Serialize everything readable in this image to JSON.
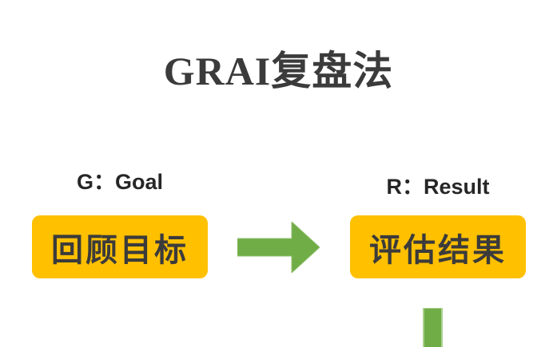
{
  "slide": {
    "title": "GRAI复盘法"
  },
  "steps": [
    {
      "key": "G",
      "label": "G：Goal",
      "box_text": "回顾目标"
    },
    {
      "key": "R",
      "label": "R：Result",
      "box_text": "评估结果"
    }
  ],
  "icons": {
    "right_arrow": "right-arrow-icon",
    "down_bar": "down-arrow-shaft-icon"
  },
  "colors": {
    "box_fill": "#FFC000",
    "arrow_green": "#70AD47",
    "arrow_green_edge": "#A9D18E",
    "title_text": "#3B3B3B",
    "label_text": "#262626",
    "box_text": "#3B3B3B",
    "background": "#FFFFFF"
  }
}
